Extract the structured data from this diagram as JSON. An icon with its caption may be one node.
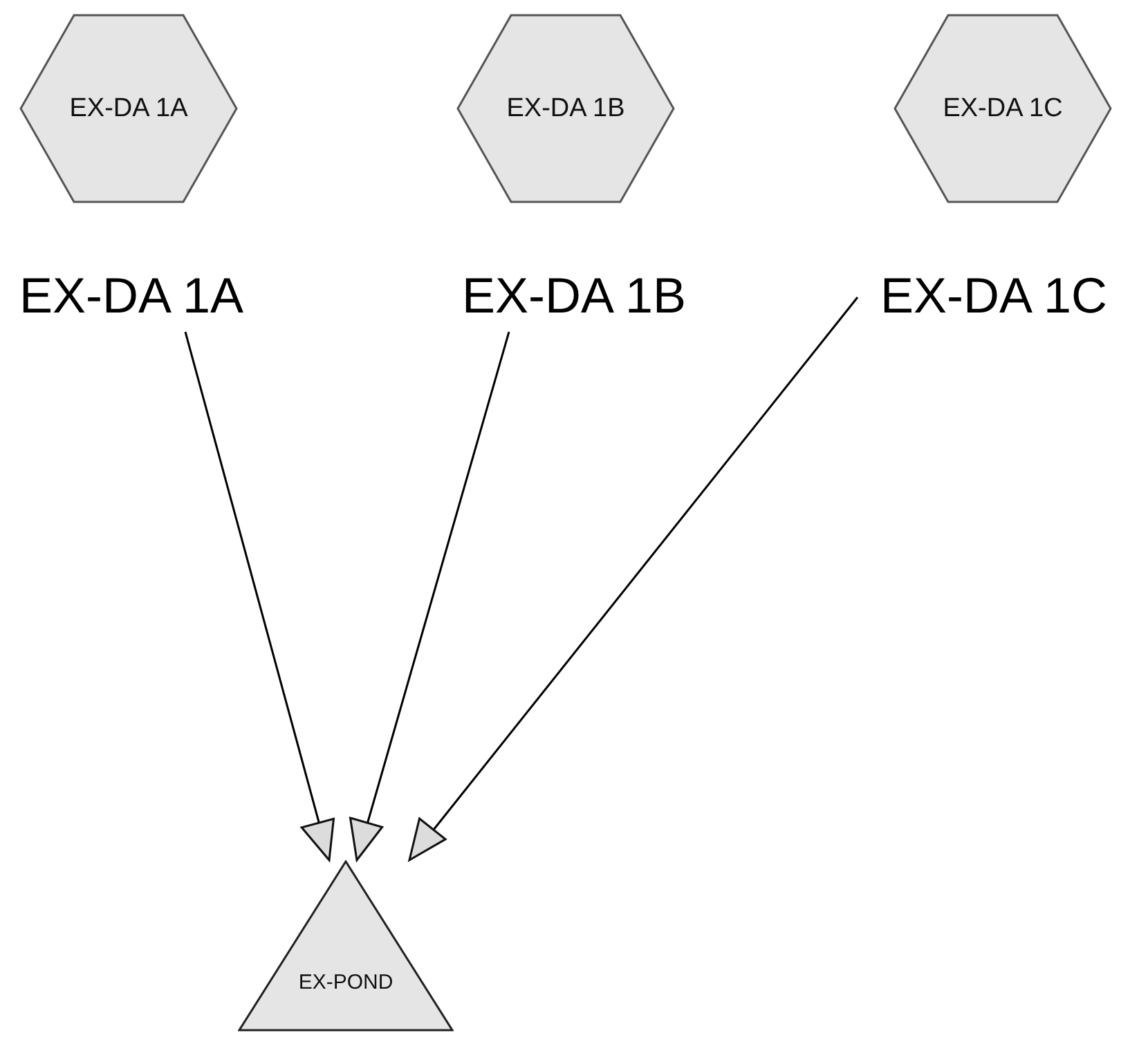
{
  "diagram": {
    "nodes": [
      {
        "text": [
          "EX-DA 1A"
        ],
        "beside": [
          "EX-DA 1A"
        ]
      },
      {
        "text": [
          "EX-DA 1B"
        ],
        "beside": [
          "EX-DA 1B"
        ]
      },
      {
        "text": [
          "EX-DA 1C"
        ],
        "beside": [
          "EX-DA 1C"
        ]
      },
      {
        "text": [
          "EX-POND"
        ]
      }
    ],
    "edges": [
      {
        "from": 0,
        "to": 3,
        "arrow": "to"
      },
      {
        "from": 1,
        "to": 3,
        "arrow": "to"
      },
      {
        "from": 2,
        "to": 3,
        "arrow": "to"
      }
    ]
  }
}
